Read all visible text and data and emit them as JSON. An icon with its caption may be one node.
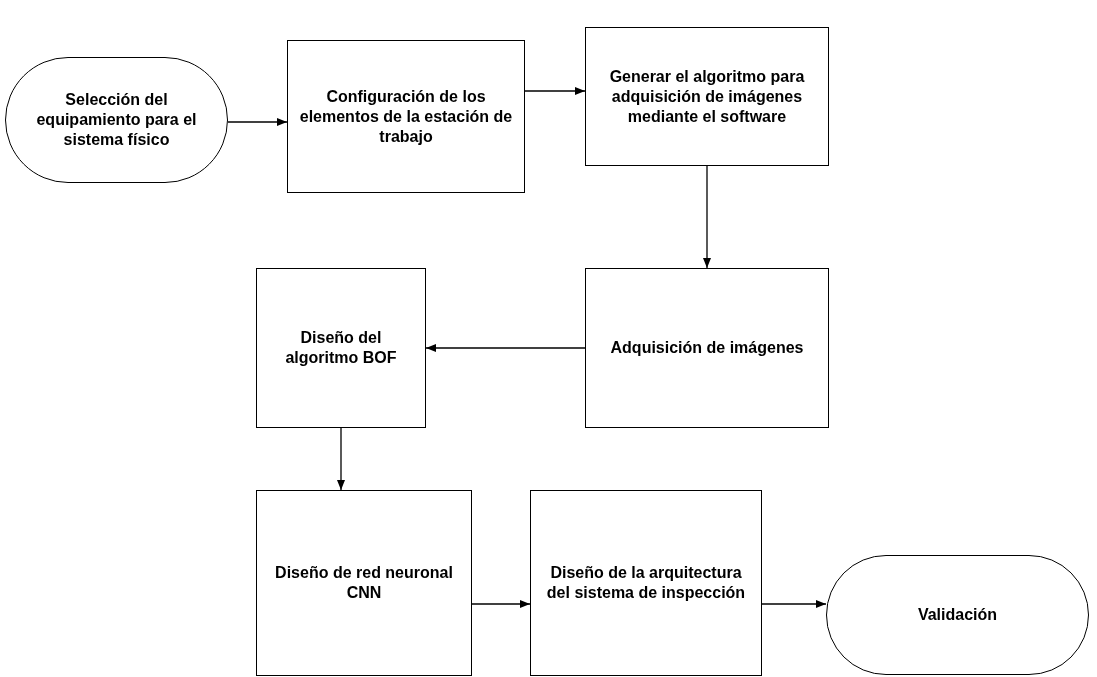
{
  "diagram": {
    "nodes": [
      {
        "text": [
          "Selección del equipamiento para el sistema físico"
        ]
      },
      {
        "text": [
          "Configuración de los elementos de la estación de trabajo"
        ]
      },
      {
        "text": [
          "Generar el algoritmo para adquisición de imágenes mediante el software"
        ]
      },
      {
        "text": [
          "Adquisición de imágenes"
        ]
      },
      {
        "text": [
          "Diseño del algoritmo BOF"
        ]
      },
      {
        "text": [
          "Diseño de red neuronal CNN"
        ]
      },
      {
        "text": [
          "Diseño de la arquitectura del sistema de inspección"
        ]
      },
      {
        "text": [
          "Validación"
        ]
      }
    ],
    "edges": [
      {
        "from": 0,
        "to": 1,
        "arrow": "to"
      },
      {
        "from": 1,
        "to": 2,
        "arrow": "to"
      },
      {
        "from": 2,
        "to": 3,
        "arrow": "to"
      },
      {
        "from": 3,
        "to": 4,
        "arrow": "to"
      },
      {
        "from": 4,
        "to": 5,
        "arrow": "to"
      },
      {
        "from": 5,
        "to": 6,
        "arrow": "to"
      },
      {
        "from": 6,
        "to": 7,
        "arrow": "to"
      }
    ]
  }
}
